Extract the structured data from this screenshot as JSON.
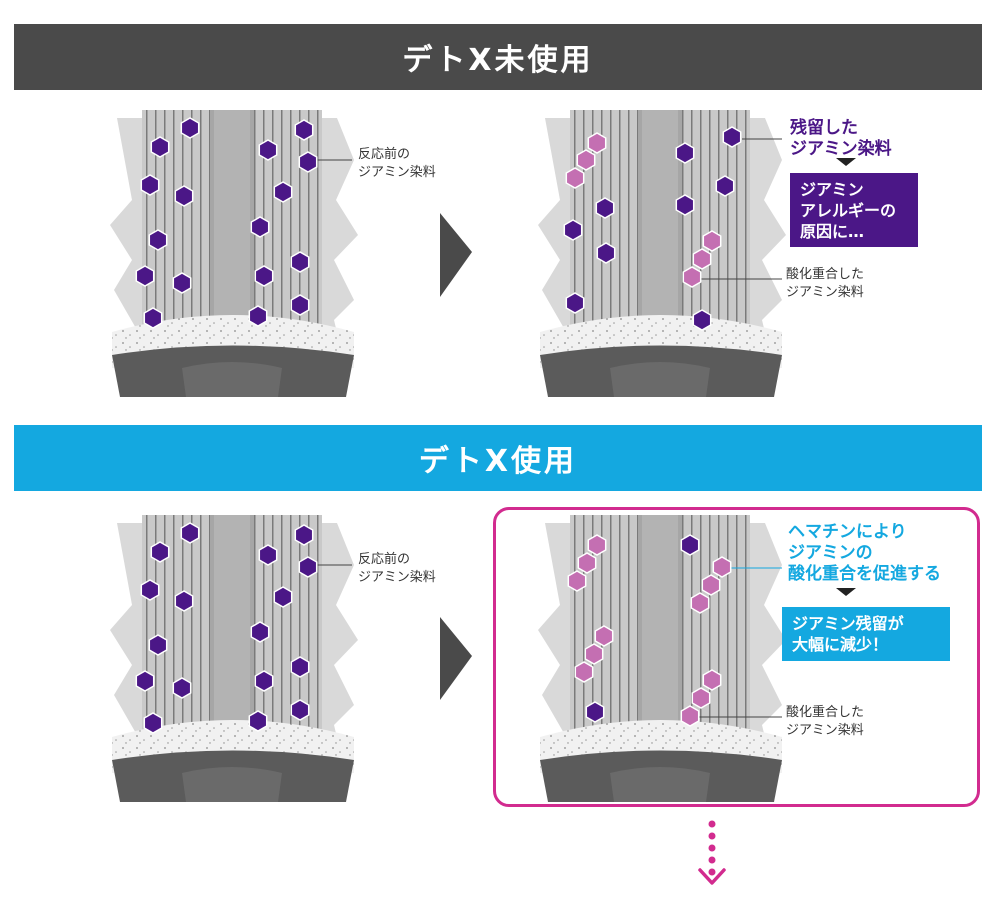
{
  "colors": {
    "banner_top": "#4a4a4a",
    "banner_bottom": "#14a8e0",
    "dye_unreacted": "#4b1787",
    "dye_polymerized": "#c46fb2",
    "callout_purple": "#4b1787",
    "callout_blue": "#14a8e0",
    "frame_magenta": "#d22b8f"
  },
  "top": {
    "banner": "デトX未使用",
    "before_label": [
      "反応前の",
      "ジアミン染料"
    ],
    "residual_title": [
      "残留した",
      "ジアミン染料"
    ],
    "allergy_box": [
      "ジアミン",
      "アレルギーの",
      "原因に…"
    ],
    "oxidized_label": [
      "酸化重合した",
      "ジアミン染料"
    ]
  },
  "bottom": {
    "banner": "デトX使用",
    "before_label": [
      "反応前の",
      "ジアミン染料"
    ],
    "hematin_title": [
      "ヘマチンにより",
      "ジアミンの",
      "酸化重合を促進する"
    ],
    "reduced_box": [
      "ジアミン残留が",
      "大幅に減少！"
    ],
    "oxidized_label": [
      "酸化重合した",
      "ジアミン染料"
    ]
  }
}
